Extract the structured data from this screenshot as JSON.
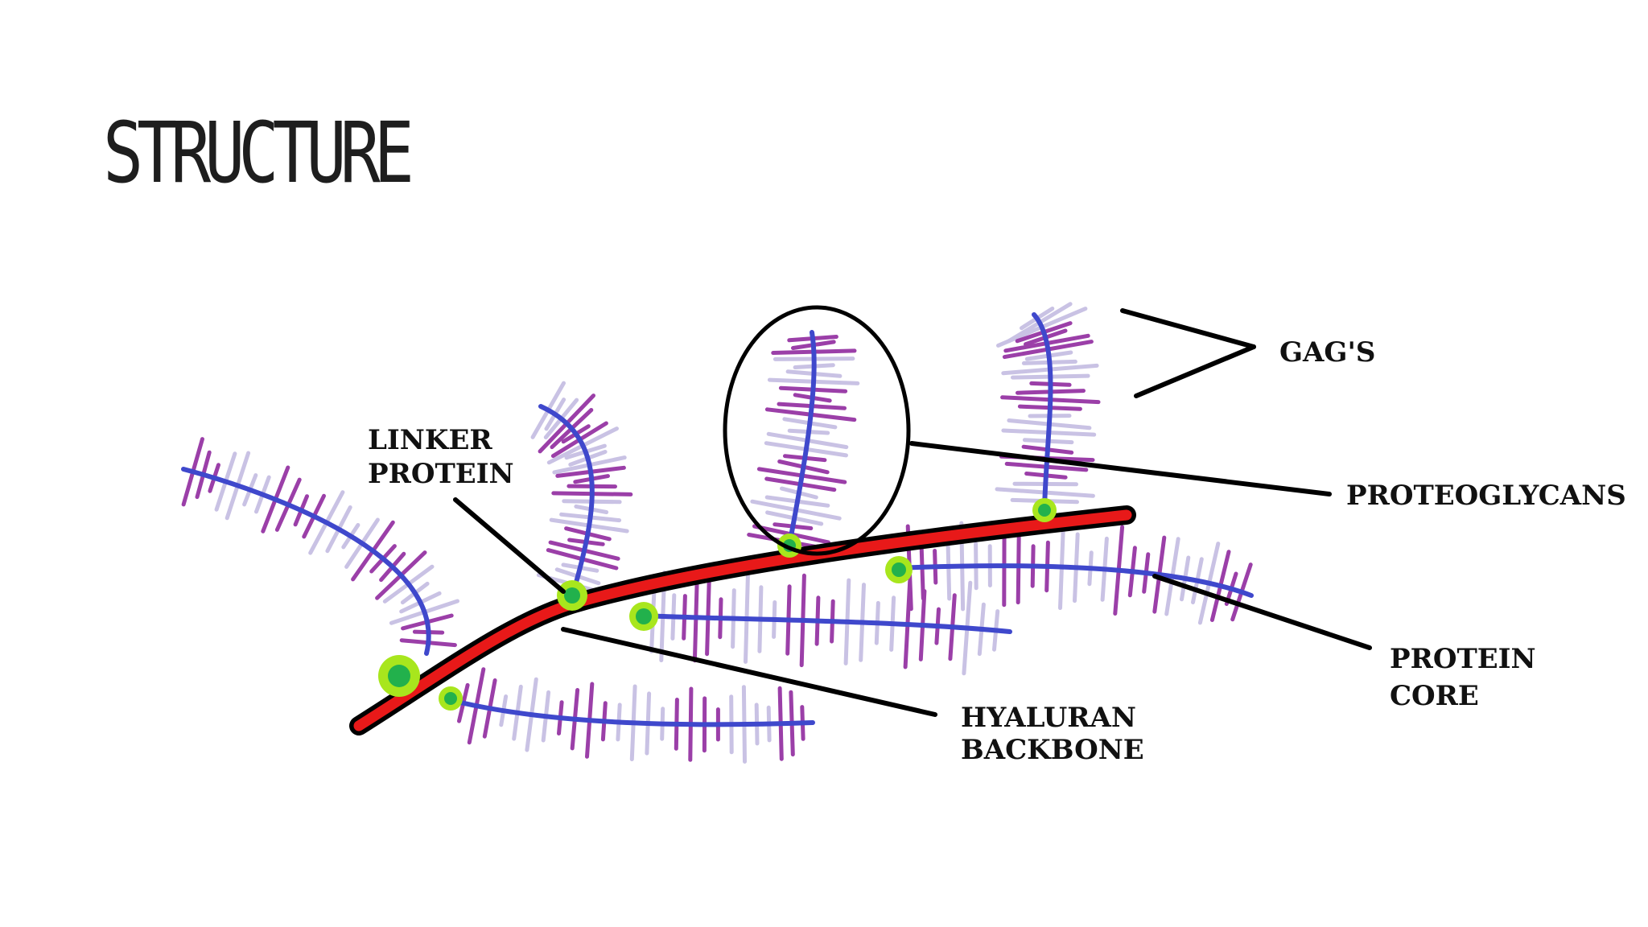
{
  "slide": {
    "title": "STRUCTURE"
  },
  "labels": {
    "gags": "GAG'S",
    "proteoglycans": "PROTEOGLYCANS",
    "linker_protein_line1": "LINKER",
    "linker_protein_line2": "PROTEIN",
    "protein_core_line1": "PROTEIN",
    "protein_core_line2": "CORE",
    "hyaluran_backbone_line1": "HYALURAN",
    "hyaluran_backbone_line2": "BACKBONE"
  },
  "colors": {
    "background": "#ffffff",
    "backbone_fill": "#e81919",
    "backbone_outline": "#000000",
    "protein_core": "#3f48cc",
    "gag_dark": "#9b3fa8",
    "gag_light": "#c9c2e4",
    "linker_outer": "#a8e61d",
    "linker_inner": "#22b14c",
    "leader_line": "#000000"
  }
}
